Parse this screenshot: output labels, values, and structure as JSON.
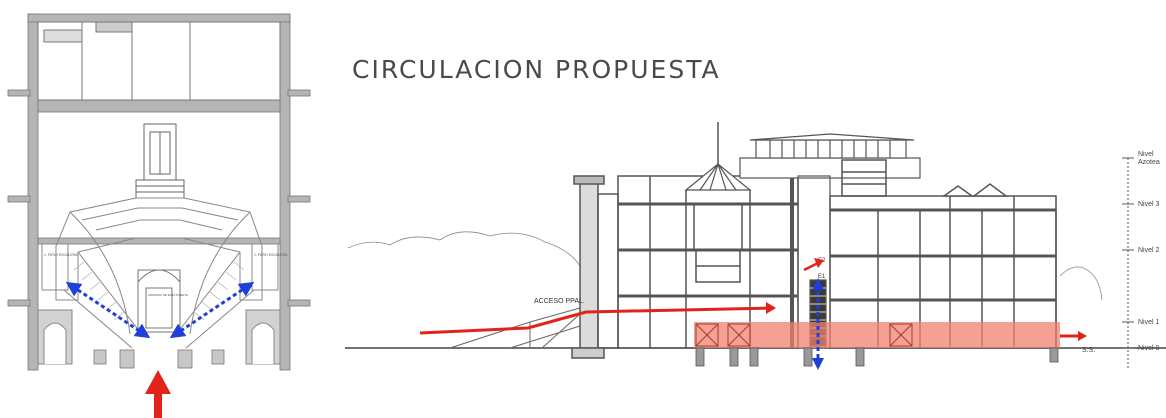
{
  "title": "CIRCULACION PROPUESTA",
  "plan_labels": {
    "left_room": "1. PATIO ESCALERA",
    "right_room": "1. PATIO ESCALERA",
    "center_door": "ARMARIO DE ESTA PUERTA"
  },
  "section_labels": {
    "access": "ACCESO PPAL.",
    "stair_top": "E2",
    "stair_mid": "E1",
    "ss": "S.S."
  },
  "levels": [
    {
      "label": "Nivel",
      "label2": "Azotea"
    },
    {
      "label": "Nivel 3"
    },
    {
      "label": "Nivel 2"
    },
    {
      "label": "Nivel 1"
    },
    {
      "label": "Nivel 0"
    }
  ],
  "colors": {
    "circulation_red": "#e2231a",
    "vertical_blue": "#1f3fd6",
    "band_red": "#f08070",
    "wall_gray": "#9a9a9a",
    "line_dark": "#555555"
  },
  "icons": {
    "entry_arrow": "arrow-up-icon",
    "horizontal_route": "arrow-right-icon",
    "vertical_route": "double-arrow-vertical-icon",
    "stair_route": "double-arrow-diagonal-icon"
  }
}
